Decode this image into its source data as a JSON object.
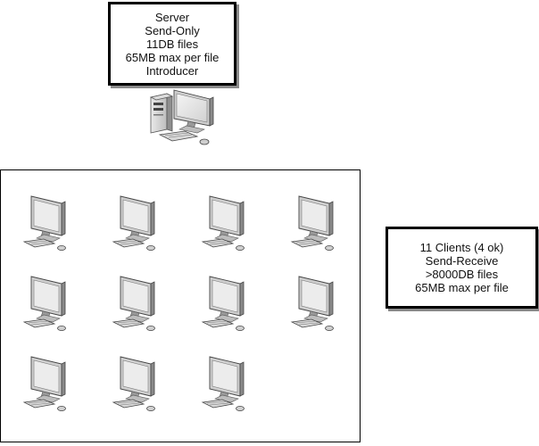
{
  "server": {
    "lines": [
      "Server",
      "Send-Only",
      "11DB files",
      "65MB max per file",
      "Introducer"
    ]
  },
  "clients": {
    "lines": [
      "11 Clients (4 ok)",
      "Send-Receive",
      ">8000DB files",
      "65MB max per file"
    ],
    "computer_count": 11
  },
  "icons": {
    "server": "desktop-tower-computer-icon",
    "client": "desktop-computer-icon"
  }
}
